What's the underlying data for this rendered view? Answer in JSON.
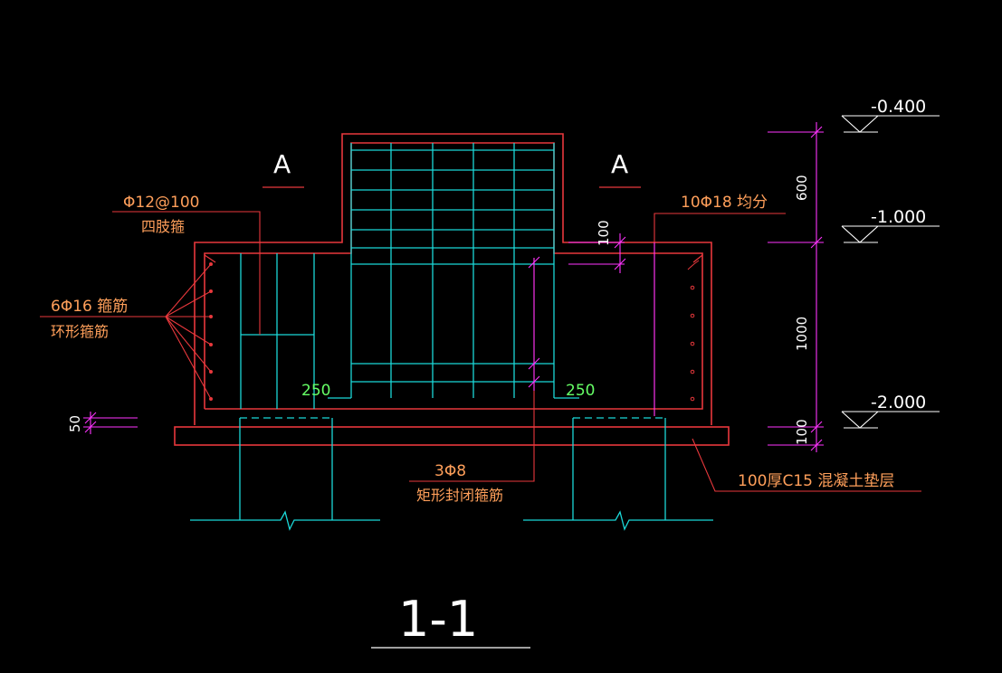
{
  "colors": {
    "background": "#000000",
    "concrete_outline": "#e8383c",
    "rebar": "#1bd8d8",
    "dimension": "#ff33ff",
    "annotation_text": "#ff9f5a",
    "level_text": "#ffffff",
    "cover_dim_text": "#66ff66"
  },
  "drawing": {
    "section_title": "1-1",
    "section_mark_left": "A",
    "section_mark_right": "A"
  },
  "annotations": {
    "stirrup_spec": "Φ12@100",
    "stirrup_type": "四肢箍",
    "ring_bar_spec": "6Φ16 箍筋",
    "ring_bar_type": "环形箍筋",
    "side_bar_spec": "10Φ18 均分",
    "closed_stirrup_spec": "3Φ8",
    "closed_stirrup_type": "矩形封闭箍筋",
    "cushion_layer": "100厚C15 混凝土垫层"
  },
  "dimensions": {
    "left_offset": "250",
    "right_offset": "250",
    "top_step": "100",
    "cover_bottom": "50",
    "upper_height": "600",
    "beam_height": "1000",
    "cushion_thickness": "100"
  },
  "levels": {
    "top": "-0.400",
    "middle": "-1.000",
    "bottom": "-2.000"
  }
}
